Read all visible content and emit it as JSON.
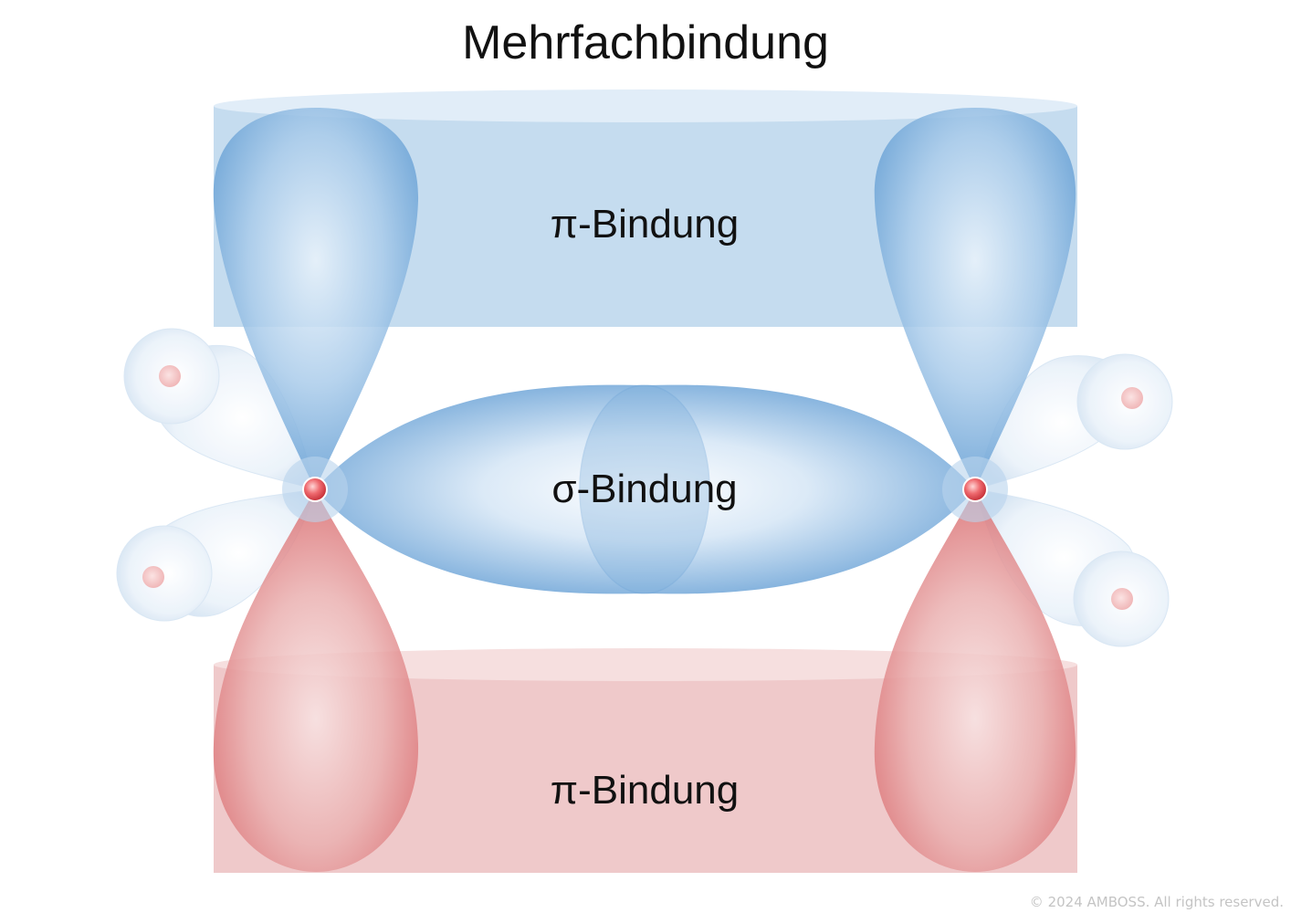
{
  "title": "Mehrfachbindung",
  "labels": {
    "pi_top": "π-Bindung",
    "sigma": "σ-Bindung",
    "pi_bottom": "π-Bindung"
  },
  "copyright": "© 2024 AMBOSS. All rights reserved.",
  "colors": {
    "pi_blue": "#7fb0dc",
    "pi_red": "#e58c8e",
    "sigma_blue": "#6aa2d6",
    "nucleus": "#e5474f",
    "hydrogen_cloud": "#dbe9f6"
  }
}
